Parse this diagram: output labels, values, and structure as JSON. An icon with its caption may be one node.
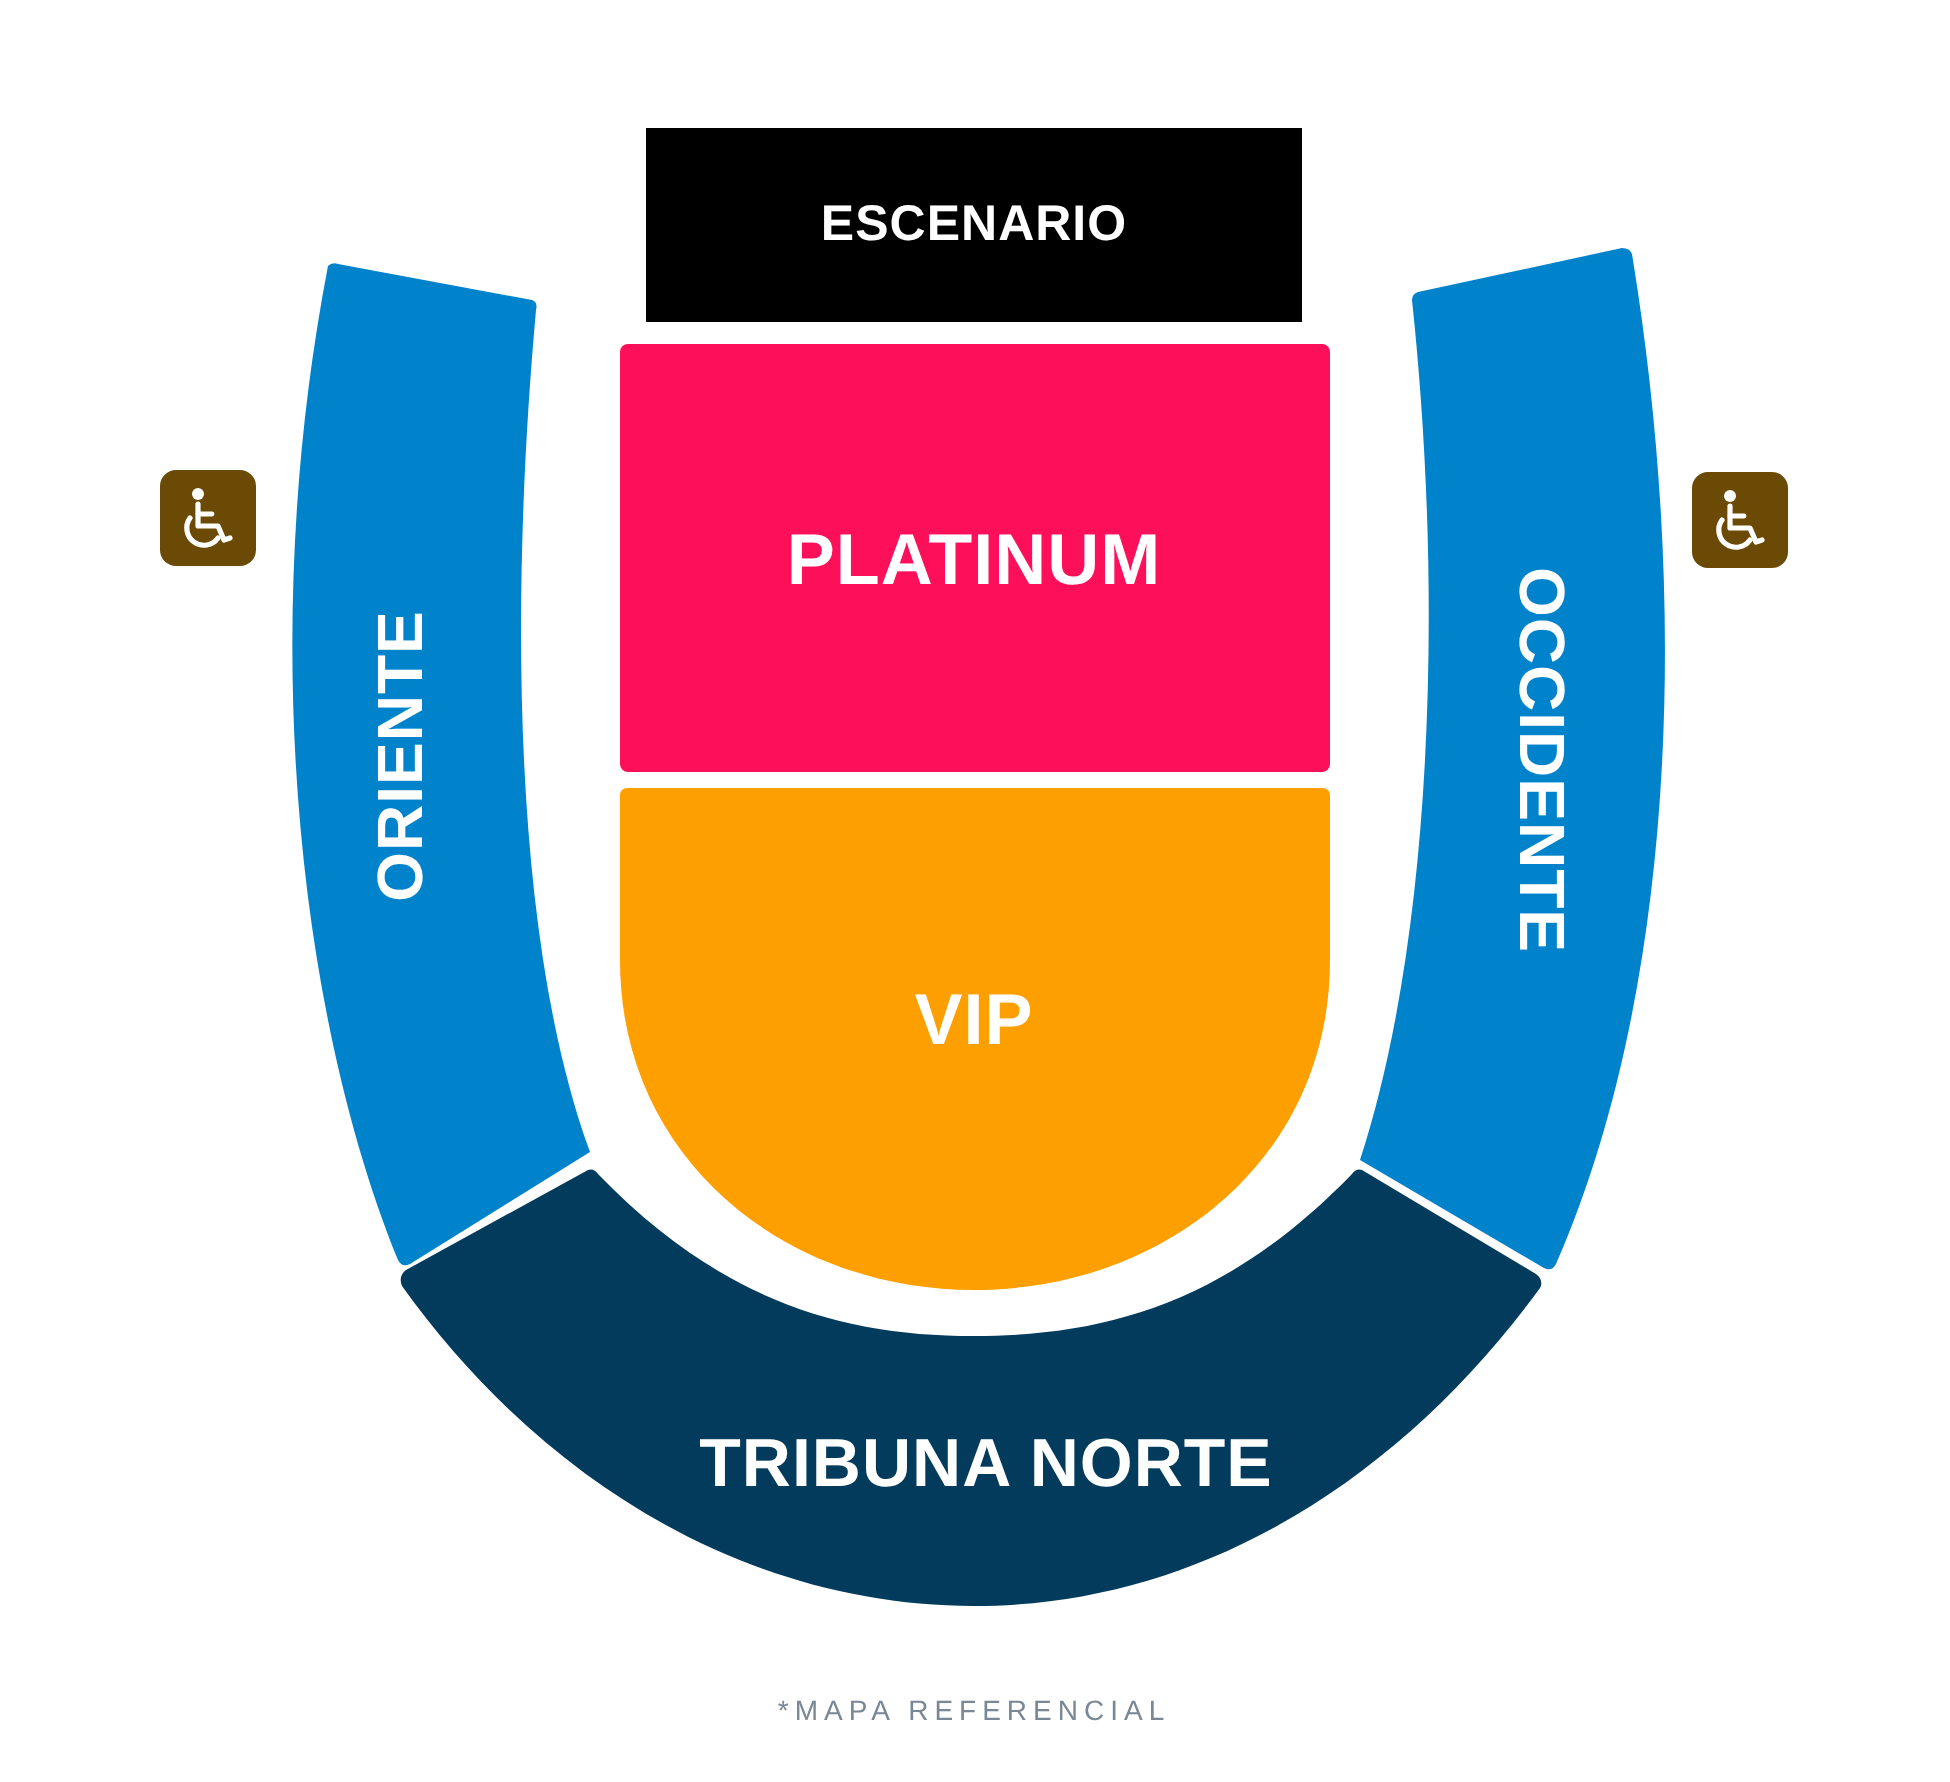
{
  "diagram": {
    "nodes": [
      {
        "text": [
          "ESCENARIO"
        ]
      },
      {
        "text": [
          "PLATINUM"
        ]
      },
      {
        "text": [
          "VIP"
        ]
      },
      {
        "text": [
          "ORIENTE"
        ]
      },
      {
        "text": [
          "OCCIDENTE"
        ]
      },
      {
        "text": [
          "TRIBUNA NORTE"
        ]
      }
    ],
    "labels": [
      "*MAPA REFERENCIAL"
    ]
  }
}
